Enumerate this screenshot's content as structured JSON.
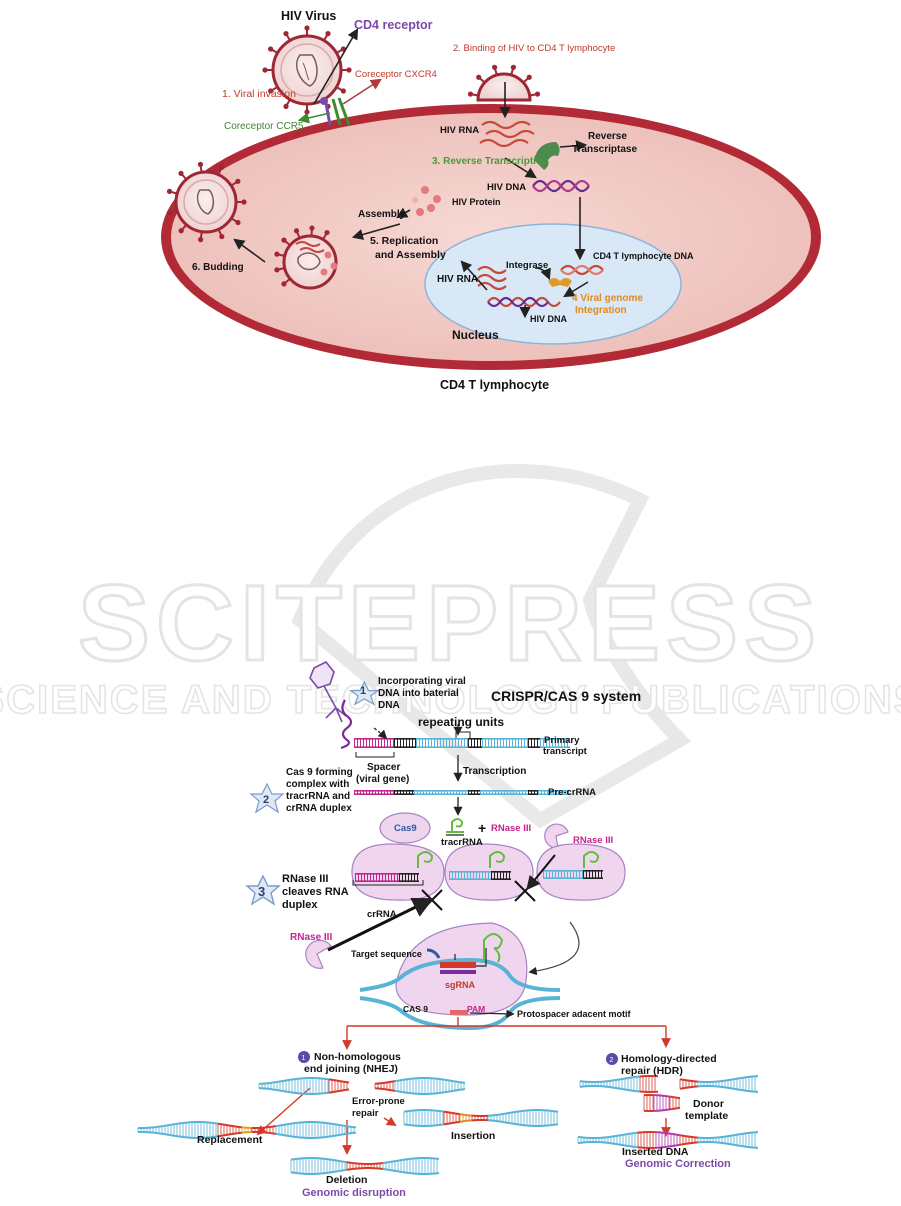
{
  "watermark": {
    "big": "SCITEPRESS",
    "small": "SCIENCE AND TECHNOLOGY PUBLICATIONS"
  },
  "colors": {
    "cell_membrane": "#b22a35",
    "cytoplasm": "#f2cbc6",
    "nucleus_fill": "#d8e8f7",
    "nucleus_stroke": "#8fb3d9",
    "virus_spike": "#9e2733",
    "red_label": "#c0392b",
    "green_label": "#4a9a3a",
    "orange_label": "#e08a1e",
    "purple_label": "#7a4aa8",
    "magenta": "#c2238c",
    "rna_red": "#c8483a",
    "dna_purple": "#6a2a8c",
    "crispr_pink": "#f0d5ef",
    "crispr_blue": "#59b3d6",
    "crispr_black": "#222222",
    "crispr_green": "#5fbf3a",
    "arrow_red": "#d23a2a"
  },
  "hiv": {
    "title_virus": "HIV Virus",
    "cd4_receptor": "CD4 receptor",
    "step1": "1. Viral invasion",
    "coreceptor_cxcr4": "Coreceptor CXCR4",
    "coreceptor_ccr5": "Coreceptor CCR5",
    "step2": "2. Binding of HIV to CD4 T lymphocyte",
    "hiv_rna_top": "HIV RNA",
    "reverse_transcriptase_l1": "Reverse",
    "reverse_transcriptase_l2": "Transcriptase",
    "step3": "3. Reverse Transcription",
    "hiv_dna_top": "HIV DNA",
    "assembly": "Assembly",
    "hiv_protein": "HIV Protein",
    "step5_l1": "5. Replication",
    "step5_l2": "and Assembly",
    "step6": "6. Budding",
    "cd4_dna": "CD4  T lymphocyte DNA",
    "integrase": "Integrase",
    "hiv_rna_nucleus": "HIV  RNA",
    "step4_l1": "4 Viral genome",
    "step4_l2": "Integration",
    "hiv_dna_nucleus": "HIV DNA",
    "nucleus": "Nucleus",
    "cell_title": "CD4 T lymphocyte"
  },
  "crispr": {
    "title": "CRISPR/CAS 9 system",
    "step1_l1": "Incorporating viral",
    "step1_l2": "DNA into baterial",
    "step1_l3": "DNA",
    "step1_num": "1",
    "repeating_units": "repeating units",
    "primary_l1": "Primary",
    "primary_l2": "transcript",
    "spacer_l1": "Spacer",
    "spacer_l2": "(viral gene)",
    "transcription": "Transcription",
    "step2_num": "2",
    "step2_l1": "Cas 9 forming",
    "step2_l2": "complex with",
    "step2_l3": "tracrRNA and",
    "step2_l4": "crRNA duplex",
    "pre_crrna": "Pre-crRNA",
    "cas9": "Cas9",
    "plus": "+",
    "rnase_iii_a": "RNase III",
    "tracrrna": "tracrRNA",
    "rnase_iii_b": "RNase III",
    "step3_num": "3",
    "step3_l1": "RNase III",
    "step3_l2": "cleaves RNA",
    "step3_l3": "duplex",
    "crrna": "crRNA",
    "rnase_iii_c": "RNase III",
    "target_sequence": "Target sequence",
    "sgrna": "sgRNA",
    "cas9_complex": "CAS 9",
    "pam": "PAM",
    "protospacer": "Protospacer adacent motif",
    "nhej_num": "1",
    "nhej_l1": "Non-homologous",
    "nhej_l2": "end joining (NHEJ)",
    "error_l1": "Error-prone",
    "error_l2": "repair",
    "replacement": "Replacement",
    "insertion": "Insertion",
    "deletion": "Deletion",
    "genomic_disruption": "Genomic disruption",
    "hdr_num": "2",
    "hdr_l1": "Homology-directed",
    "hdr_l2": "repair (HDR)",
    "donor_l1": "Donor",
    "donor_l2": "template",
    "inserted_dna": "Inserted DNA",
    "genomic_correction": "Genomic Correction"
  }
}
